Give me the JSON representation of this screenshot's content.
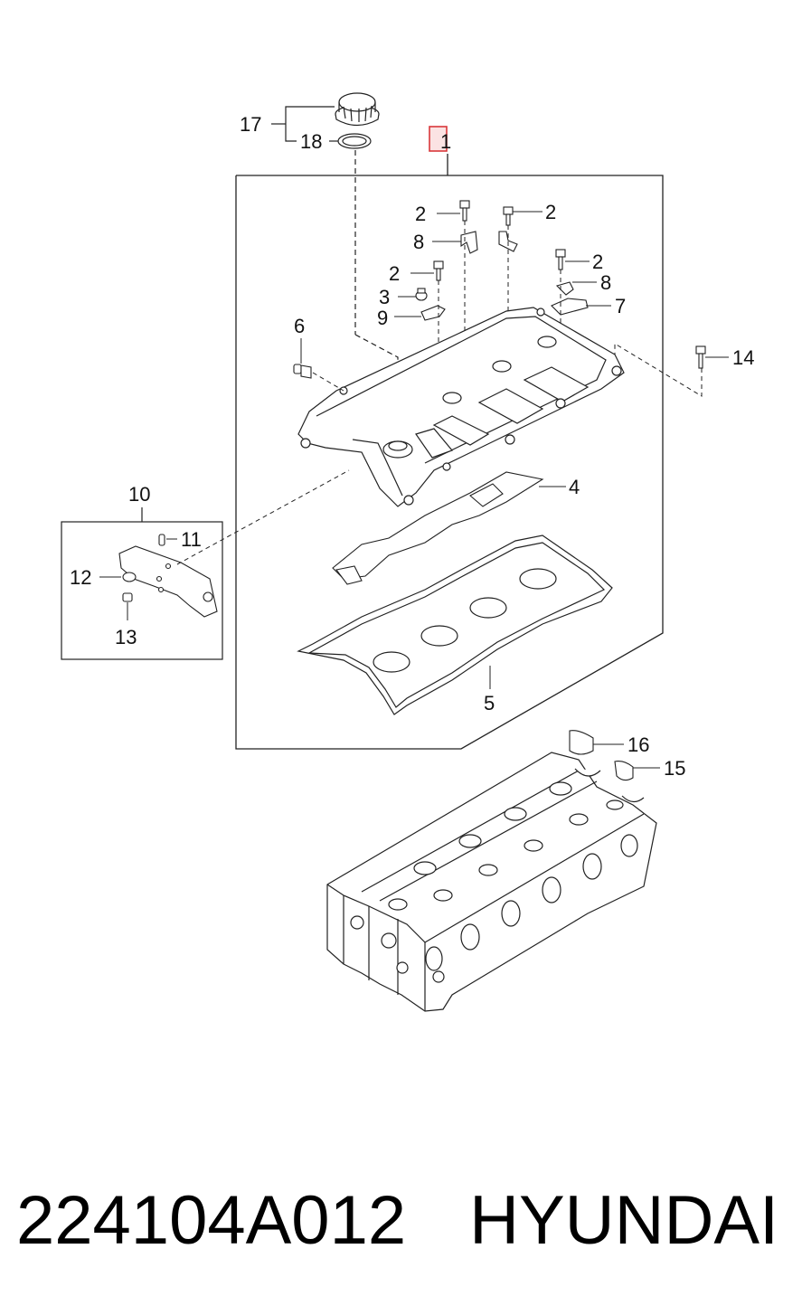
{
  "diagram": {
    "callouts": {
      "c1": "1",
      "c2a": "2",
      "c2b": "2",
      "c2c": "2",
      "c2d": "2",
      "c3": "3",
      "c4": "4",
      "c5": "5",
      "c6": "6",
      "c7": "7",
      "c8a": "8",
      "c8b": "8",
      "c9": "9",
      "c10": "10",
      "c11": "11",
      "c12": "12",
      "c13": "13",
      "c14": "14",
      "c15": "15",
      "c16": "16",
      "c17": "17",
      "c18": "18"
    },
    "highlight_color": "#d9373a",
    "line_color": "#222222"
  },
  "footer": {
    "part_number": "224104A012",
    "brand": "HYUNDAI"
  }
}
